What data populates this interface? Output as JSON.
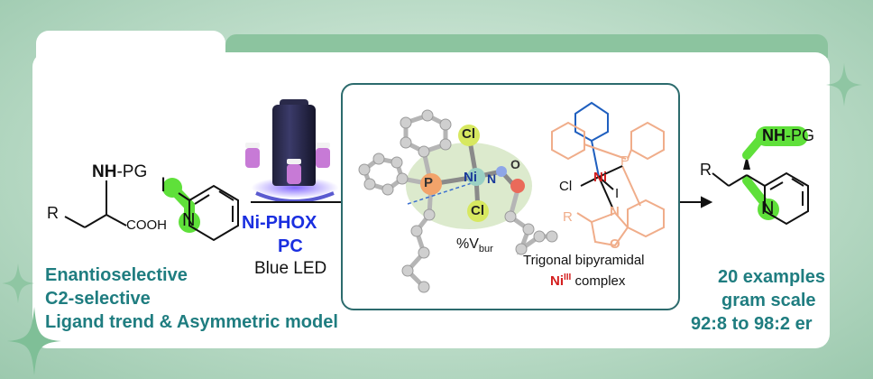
{
  "reaction": {
    "substrate": {
      "amine": "NH",
      "amine_pg": "-PG",
      "r_group": "R",
      "acid": "COOH"
    },
    "pyridine_halide": {
      "halogen": "I",
      "nitrogen": "N"
    },
    "conditions": {
      "catalyst": "Ni-PHOX",
      "photocatalyst": "PC",
      "light": "Blue LED"
    },
    "product": {
      "amine": "NH",
      "amine_pg": "-PG",
      "r_group": "R",
      "nitrogen": "N"
    }
  },
  "features_left": [
    "Enantioselective",
    "C2-selective",
    "Ligand trend & Asymmetric model"
  ],
  "features_right": [
    "20 examples",
    "gram scale",
    "92:8 to 98:2 er"
  ],
  "inset": {
    "xray_labels": {
      "cl_top": "Cl",
      "cl_bottom": "Cl",
      "ni": "Ni",
      "n": "N",
      "o": "O",
      "p": "P"
    },
    "vbur_prefix": "%V",
    "vbur_sub": "bur",
    "complex": {
      "ni": "Ni",
      "cl": "Cl",
      "i": "I",
      "p": "P",
      "n": "N",
      "o": "O",
      "r": "R"
    },
    "geometry_label": "Trigonal bipyramidal",
    "ni_label": "Ni",
    "ni_oxidation": "III",
    "complex_word": "complex"
  },
  "colors": {
    "teal_text": "#1f7d80",
    "catalyst_blue": "#1a2fe0",
    "highlight_green": "#5fe03a",
    "nickel_red": "#d41e1e",
    "pyridine_blue": "#1f5fbf",
    "phox_peach": "#f0ad8a",
    "folder_green": "#8cc49f"
  }
}
